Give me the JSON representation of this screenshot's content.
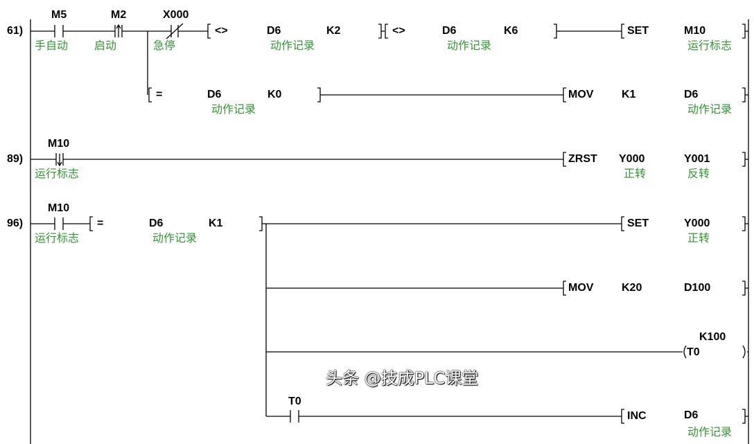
{
  "rungs": [
    {
      "step": "61)",
      "contacts": [
        {
          "name": "M5",
          "comment": "手自动",
          "type": "NO"
        },
        {
          "name": "M2",
          "comment": "启动",
          "type": "rising"
        },
        {
          "name": "X000",
          "comment": "急停",
          "type": "NC"
        }
      ],
      "compare1": {
        "op": "<>",
        "s1": "D6",
        "s1_comment": "动作记录",
        "s2": "K2"
      },
      "compare2": {
        "op": "<>",
        "s1": "D6",
        "s1_comment": "动作记录",
        "s2": "K6"
      },
      "out1": {
        "instr": "SET",
        "dest": "M10",
        "dest_comment": "运行标志"
      },
      "branch_compare": {
        "op": "=",
        "s1": "D6",
        "s1_comment": "动作记录",
        "s2": "K0"
      },
      "out2": {
        "instr": "MOV",
        "src": "K1",
        "dest": "D6",
        "dest_comment": "动作记录"
      }
    },
    {
      "step": "89)",
      "contacts": [
        {
          "name": "M10",
          "comment": "运行标志",
          "type": "falling"
        }
      ],
      "out1": {
        "instr": "ZRST",
        "src": "Y000",
        "src_comment": "正转",
        "dest": "Y001",
        "dest_comment": "反转"
      }
    },
    {
      "step": "96)",
      "contacts": [
        {
          "name": "M10",
          "comment": "运行标志",
          "type": "NO"
        }
      ],
      "compare1": {
        "op": "=",
        "s1": "D6",
        "s1_comment": "动作记录",
        "s2": "K1"
      },
      "out1": {
        "instr": "SET",
        "dest": "Y000",
        "dest_comment": "正转"
      },
      "out2": {
        "instr": "MOV",
        "src": "K20",
        "dest": "D100"
      },
      "out3": {
        "coil": "T0",
        "preset": "K100"
      },
      "branch_contact": {
        "name": "T0",
        "type": "NO"
      },
      "out4": {
        "instr": "INC",
        "dest": "D6",
        "dest_comment": "动作记录"
      }
    }
  ],
  "watermark": "头条 @技成PLC课堂",
  "colors": {
    "comment": "#2e9a2e",
    "line": "#000000"
  }
}
